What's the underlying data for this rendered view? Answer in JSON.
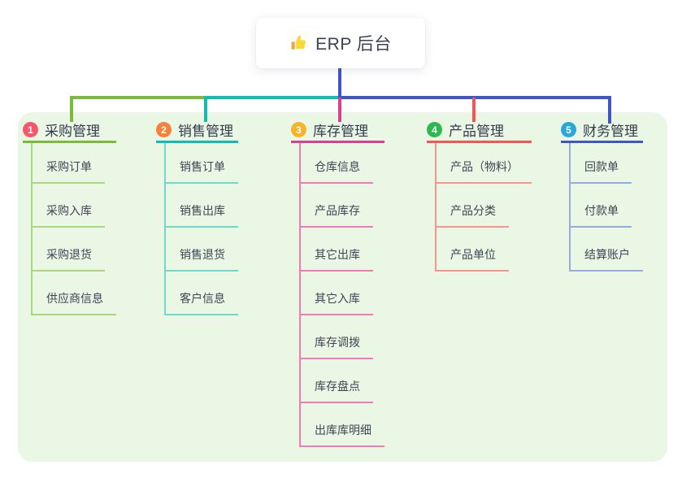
{
  "root": {
    "label": "ERP 后台",
    "icon": "thumbs-up-icon"
  },
  "colors": {
    "panel_bg": "#ebf7e5",
    "root_connector": "#4156c5",
    "bus_green": "#7cb93e",
    "bus_teal": "#10bdb0",
    "bus_blue": "#4156c5",
    "drop_magenta": "#d9418f",
    "drop_red": "#f55555",
    "text_primary": "#3b4254"
  },
  "branches": [
    {
      "name": "purchase",
      "badge": "1",
      "badge_color": "#f5576b",
      "line_color": "#7cb93e",
      "child_line_color": "#a9d780",
      "label": "采购管理",
      "children": [
        "采购订单",
        "采购入库",
        "采购退货",
        "供应商信息"
      ]
    },
    {
      "name": "sales",
      "badge": "2",
      "badge_color": "#f5823c",
      "line_color": "#10bdb0",
      "child_line_color": "#72d6c8",
      "label": "销售管理",
      "children": [
        "销售订单",
        "销售出库",
        "销售退货",
        "客户信息"
      ]
    },
    {
      "name": "inventory",
      "badge": "3",
      "badge_color": "#f8b32a",
      "line_color": "#d9418f",
      "child_line_color": "#ef7cb4",
      "label": "库存管理",
      "children": [
        "仓库信息",
        "产品库存",
        "其它出库",
        "其它入库",
        "库存调拨",
        "库存盘点",
        "出库库明细"
      ]
    },
    {
      "name": "product",
      "badge": "4",
      "badge_color": "#2eb850",
      "line_color": "#f55555",
      "child_line_color": "#f9938d",
      "label": "产品管理",
      "children": [
        "产品（物料）",
        "产品分类",
        "产品单位"
      ]
    },
    {
      "name": "finance",
      "badge": "5",
      "badge_color": "#2ba7dc",
      "line_color": "#4156c5",
      "child_line_color": "#96abe2",
      "label": "财务管理",
      "children": [
        "回款单",
        "付款单",
        "结算账户"
      ]
    }
  ]
}
